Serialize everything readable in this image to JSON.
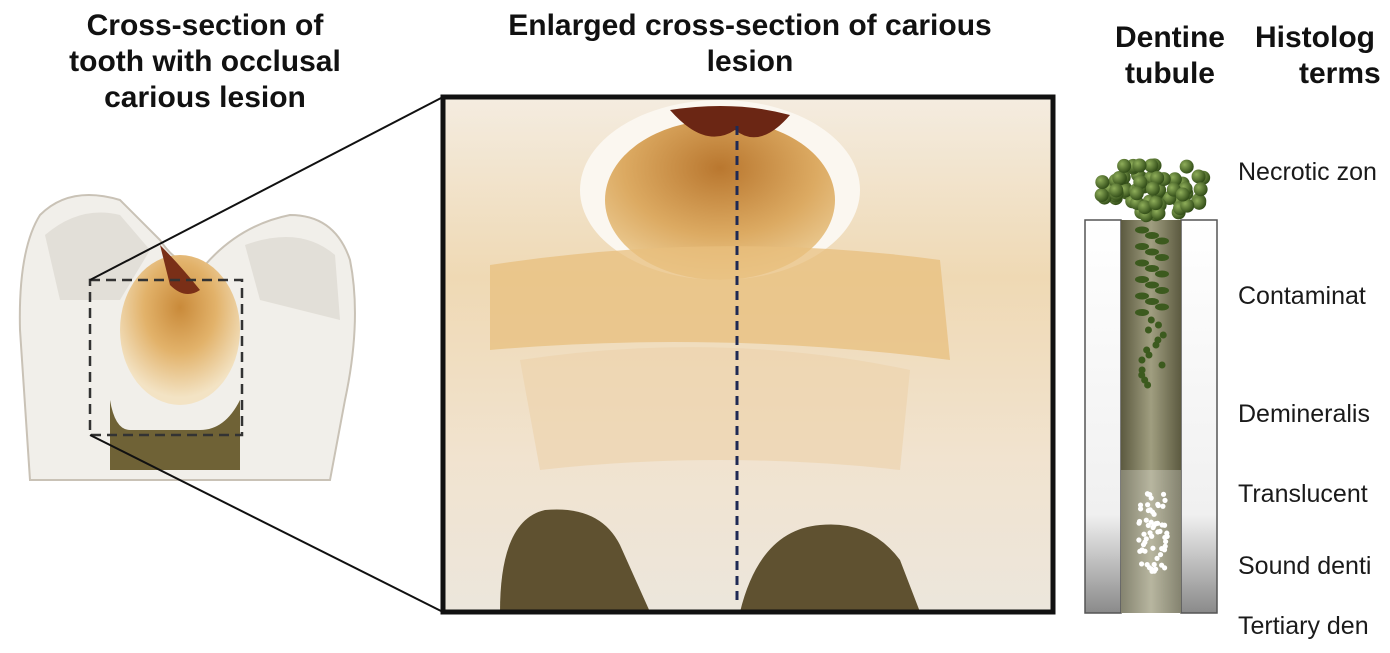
{
  "titles": {
    "tooth_line1": "Cross-section of",
    "tooth_line2": "tooth with occlusal",
    "tooth_line3": "carious lesion",
    "enlarged_line1": "Enlarged cross-section of carious",
    "enlarged_line2": "lesion",
    "dentine_line1": "Dentine",
    "dentine_line2": "tubule",
    "histology_line1": "Histolog",
    "histology_line2": "terms"
  },
  "histological_terms": [
    "Necrotic zon",
    "Contaminat",
    "Demineralis",
    "Translucent",
    "Sound denti",
    "Tertiary den"
  ],
  "colors": {
    "frame": "#111111",
    "dashed_line": "#1f2a55",
    "bacteria": "#3c5a1e",
    "tubule": "#7d7a5c"
  }
}
